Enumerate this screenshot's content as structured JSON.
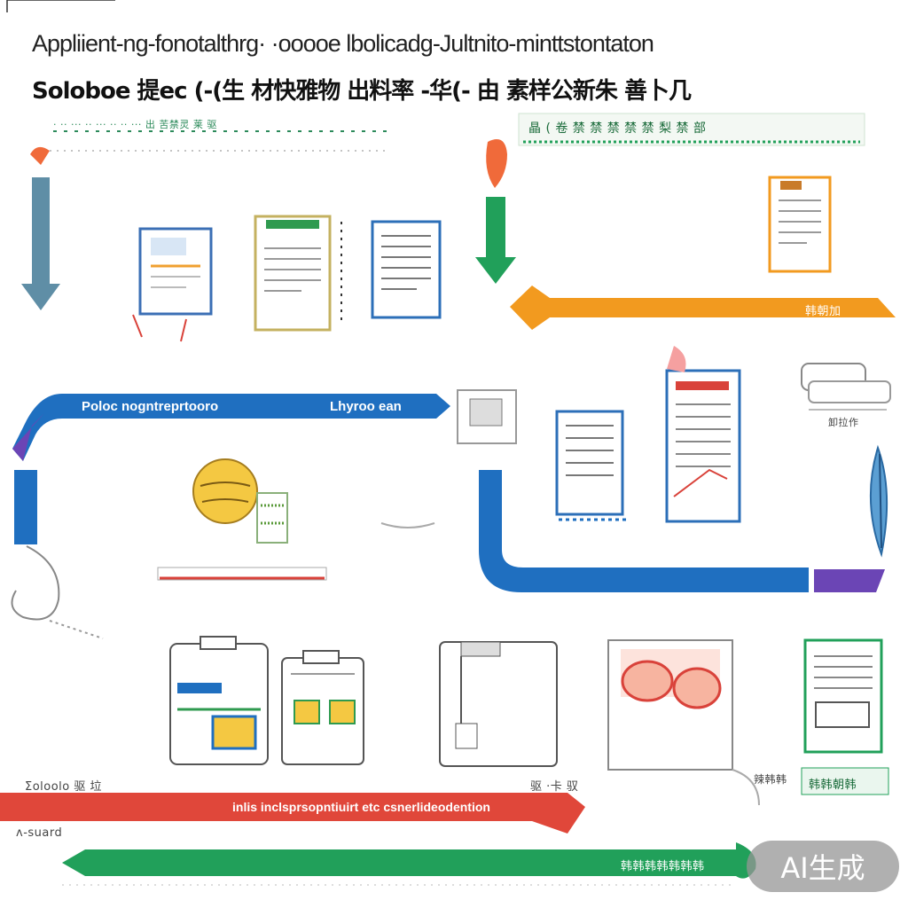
{
  "title": "Appliient-ng-fonotalthrg· ·ooooe lbolicadg-Jultnito-minttstontaton",
  "subtitle": "Soloboe 提ec (-(生 材快雅物 出料率 -华(- 由 素样公新朱 善卜几",
  "labels": {
    "top_left_strip": "· ·· ··· ·· ··· ·· ·· ··· 出 苦禁灵 莱 驱",
    "top_right_strip": "晶 ( 卷 禁 禁 禁 禁 禁 梨 禁 部",
    "orange_arrow_tag": "韩朝加",
    "blue_band_left": "Poloc nogntreprtooro",
    "blue_band_right": "Lhyroo ean",
    "right_note": "卸拉作",
    "left_note_bottom": "Ʃoloolo 驱 垃",
    "mid_note_bottom": "驱 ·卡 驭",
    "red_band": "inlis inclsprsopntiuirt etc csnerlideodention",
    "left_footnote": "ʌ-suard",
    "green_tag_right": "韩韩朝韩",
    "green_note_right": "辣韩韩",
    "green_band_tag": "韩韩韩韩韩韩韩",
    "ai_badge": "AI生成"
  },
  "colors": {
    "blue": "#1f6fc0",
    "steel": "#5f8ea6",
    "green": "#21a05a",
    "orange": "#f29a1f",
    "red": "#e0473a",
    "purple": "#6b45b5"
  },
  "icons": [
    "document-stack-icon",
    "clipboard-icon",
    "report-icon",
    "notepad-icon",
    "file-cabinet-icon",
    "folder-icon",
    "food-bowl-icon",
    "paper-roll-icon",
    "leaf-icon",
    "kiosk-icon"
  ]
}
